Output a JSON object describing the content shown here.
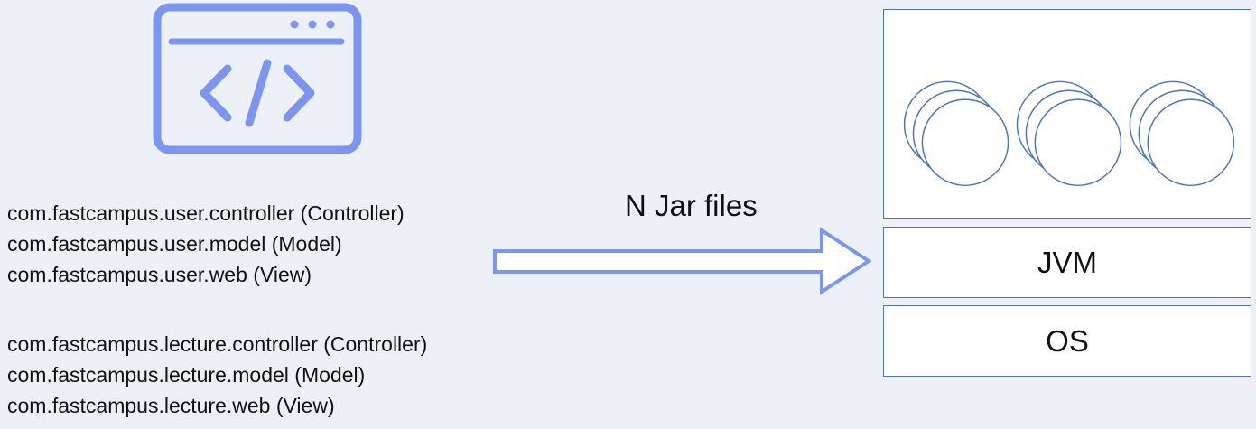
{
  "icon": {
    "name": "code-window-icon",
    "accent": "#7b96f0"
  },
  "packages": {
    "user": [
      "com.fastcampus.user.controller (Controller)",
      "com.fastcampus.user.model (Model)",
      "com.fastcampus.user.web (View)"
    ],
    "lecture": [
      "com.fastcampus.lecture.controller (Controller)",
      "com.fastcampus.lecture.model (Model)",
      "com.fastcampus.lecture.web (View)"
    ]
  },
  "arrow": {
    "label": "N Jar files",
    "color": "#7b96f0"
  },
  "stack": {
    "apps": {
      "instance_groups": 3,
      "instances_per_group": 3
    },
    "jvm_label": "JVM",
    "os_label": "OS",
    "border_color": "#4a76b8"
  }
}
